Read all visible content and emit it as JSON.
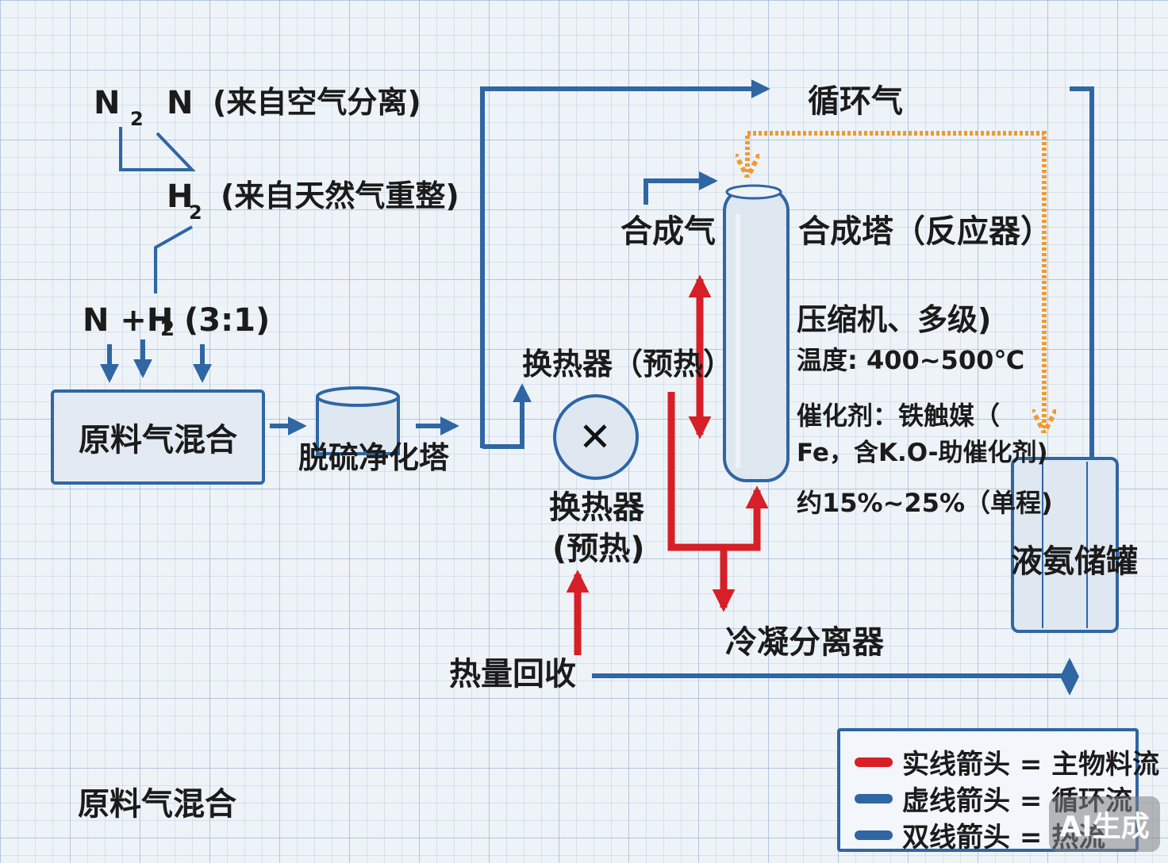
{
  "colors": {
    "flow_blue": "#2f66a3",
    "main_red": "#d61f26",
    "recycle_orange": "#ef9a2e",
    "vessel_fill": "#dfe7f1"
  },
  "labels": {
    "n2_left": "N",
    "n2_sub": "2",
    "n2_right": "N",
    "n2_source": "(来自空气分离)",
    "h2": "H",
    "h2_sub": "2",
    "h2_source": "(来自天然气重整)",
    "mix_formula": "N +H",
    "mix_sub": "2",
    "mix_ratio": "(3:1)",
    "raw_mix_box": "原料气混合",
    "desulfurizer": "脱硫净化塔",
    "heat_exchanger_top": "换热器（预热）",
    "exchanger_symbol": "✕",
    "heat_exchanger_name": "换热器",
    "heat_exchanger_note": "(预热)",
    "heat_recovery": "热量回收",
    "syngas": "合成气",
    "recycle_gas": "循环气",
    "reactor": "合成塔（反应器）",
    "compressor": "压缩机、多级)",
    "temperature": "温度: 400~500℃",
    "catalyst_1": "催化剂：铁触媒（",
    "catalyst_2": "Fe，含K.O-助催化剂)",
    "conversion": "约15%~25%（单程)",
    "condenser": "冷凝分离器",
    "storage_tank": "液氨储罐",
    "footer_title": "原料气混合"
  },
  "legend": [
    {
      "label": "实线箭头 = 主物料流",
      "color": "#d61f26"
    },
    {
      "label": "虚线箭头 = 循环流",
      "color": "#2f66a3"
    },
    {
      "label": "双线箭头 = 热流",
      "color": "#2f66a3"
    }
  ],
  "watermark": "AI生成"
}
